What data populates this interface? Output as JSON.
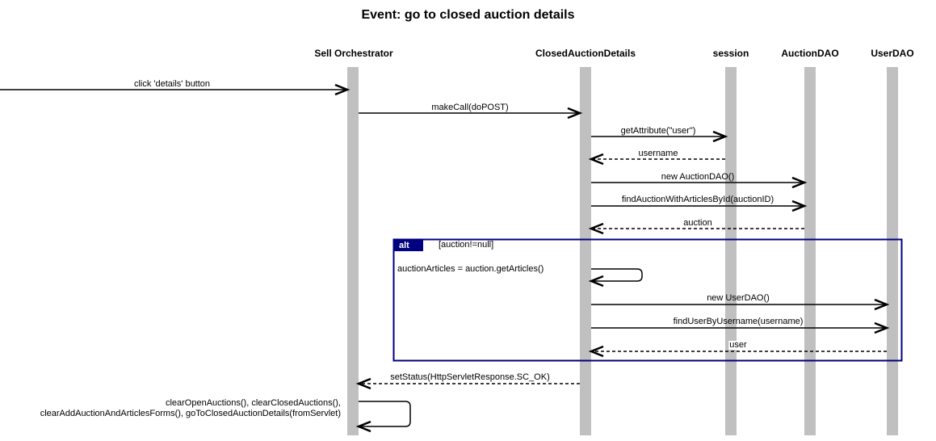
{
  "title": "Event: go to closed auction details",
  "participants": [
    {
      "key": "sell",
      "name": "Sell Orchestrator"
    },
    {
      "key": "cad",
      "name": "ClosedAuctionDetails"
    },
    {
      "key": "session",
      "name": "session"
    },
    {
      "key": "adao",
      "name": "AuctionDAO"
    },
    {
      "key": "udao",
      "name": "UserDAO"
    }
  ],
  "messages": [
    {
      "label": "click 'details' button",
      "from": "external",
      "to": "sell",
      "style": "solid"
    },
    {
      "label": "makeCall(doPOST)",
      "from": "sell",
      "to": "cad",
      "style": "solid"
    },
    {
      "label": "getAttribute(\"user\")",
      "from": "cad",
      "to": "session",
      "style": "solid"
    },
    {
      "label": "username",
      "from": "session",
      "to": "cad",
      "style": "dashed"
    },
    {
      "label": "new AuctionDAO()",
      "from": "cad",
      "to": "adao",
      "style": "solid"
    },
    {
      "label": "findAuctionWithArticlesById(auctionID)",
      "from": "cad",
      "to": "adao",
      "style": "solid"
    },
    {
      "label": "auction",
      "from": "adao",
      "to": "cad",
      "style": "dashed"
    },
    {
      "label": "auctionArticles = auction.getArticles()",
      "from": "cad",
      "to": "cad",
      "style": "self"
    },
    {
      "label": "new UserDAO()",
      "from": "cad",
      "to": "udao",
      "style": "solid"
    },
    {
      "label": "findUserByUsername(username)",
      "from": "cad",
      "to": "udao",
      "style": "solid"
    },
    {
      "label": "user",
      "from": "udao",
      "to": "cad",
      "style": "dashed"
    },
    {
      "label": "setStatus(HttpServletResponse.SC_OK)",
      "from": "cad",
      "to": "sell",
      "style": "dashed"
    },
    {
      "label": "clearOpenAuctions(), clearClosedAuctions(),\nclearAddAuctionAndArticlesForms(), goToClosedAuctionDetails(fromServlet)",
      "from": "sell",
      "to": "sell",
      "style": "self"
    }
  ],
  "fragment": {
    "operator": "alt",
    "guard": "[auction!=null]",
    "color": "#000080"
  },
  "colors": {
    "lifeline": "#c0c0c0",
    "line": "#000000",
    "frame": "#000080"
  }
}
